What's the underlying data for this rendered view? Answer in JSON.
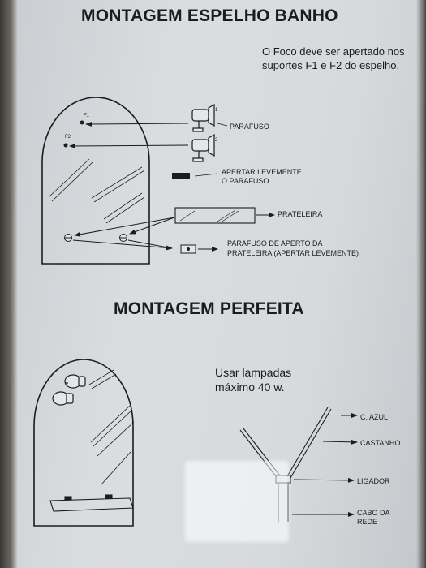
{
  "section1": {
    "title": "MONTAGEM ESPELHO BANHO",
    "note": "O Foco deve ser apertado nos suportes F1 e F2 do espelho.",
    "labels": {
      "f1": "F1",
      "f2": "F2",
      "n1": "1",
      "n2": "2",
      "parafuso": "PARAFUSO",
      "apertar_line1": "APERTAR LEVEMENTE",
      "apertar_line2": "O PARAFUSO",
      "prateleira": "PRATELEIRA",
      "parafuso_aperto_line1": "PARAFUSO DE APERTO DA",
      "parafuso_aperto_line2": "PRATELEIRA (APERTAR LEVEMENTE)"
    }
  },
  "section2": {
    "title": "MONTAGEM PERFEITA",
    "lamp_note": "Usar lampadas máximo 40 w.",
    "labels": {
      "c_azul": "C. AZUL",
      "castanho": "CASTANHO",
      "ligador": "LIGADOR",
      "cabo_line1": "CABO DA",
      "cabo_line2": "REDE"
    }
  },
  "colors": {
    "paper": "#d7dadd",
    "ink": "#1c1c1e"
  }
}
